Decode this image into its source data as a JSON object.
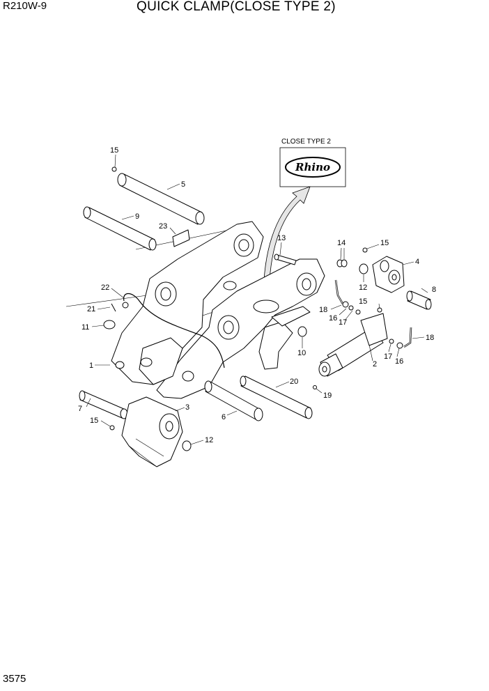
{
  "header": {
    "model": "R210W-9",
    "title": "QUICK CLAMP(CLOSE TYPE 2)"
  },
  "footer": {
    "page_number": "3575"
  },
  "inset": {
    "label": "CLOSE TYPE 2",
    "logo_text": "Rhino"
  },
  "callouts": [
    "1",
    "2",
    "3",
    "4",
    "5",
    "6",
    "7",
    "8",
    "9",
    "10",
    "11",
    "12",
    "12",
    "13",
    "14",
    "15",
    "15",
    "15",
    "15",
    "16",
    "16",
    "17",
    "17",
    "18",
    "18",
    "19",
    "20",
    "21",
    "22",
    "23"
  ]
}
